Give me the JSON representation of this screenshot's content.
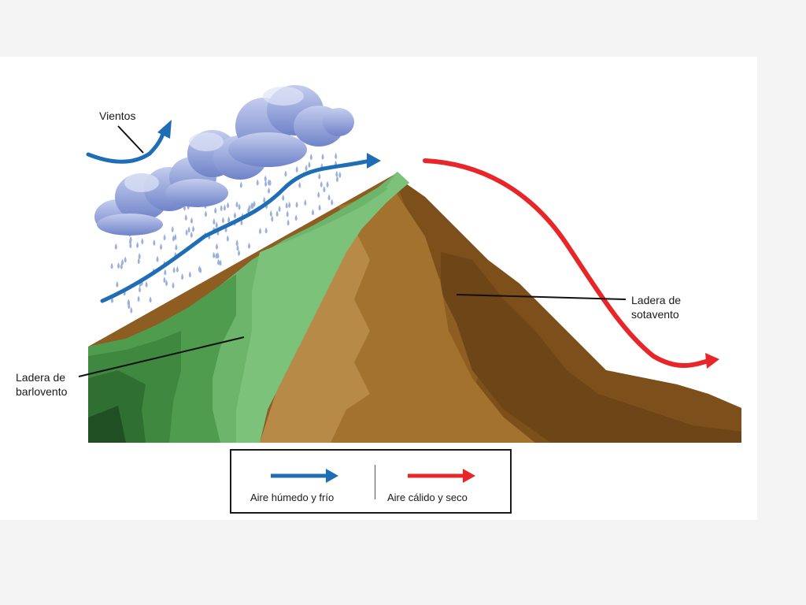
{
  "labels": {
    "winds": "Vientos",
    "windward_line1": "Ladera de",
    "windward_line2": "barlovento",
    "leeward_line1": "Ladera de",
    "leeward_line2": "sotavento"
  },
  "legend": {
    "humid_cold": "Aire húmedo y frío",
    "warm_dry": "Aire cálido y seco"
  },
  "colors": {
    "humid_arrow": "#1f6db5",
    "dry_arrow": "#e8262a",
    "windward_green": "#4c9e50",
    "leeward_brown": "#9a6a2c",
    "cloud": "#8b9cd6",
    "rain": "#9bb1dc"
  }
}
